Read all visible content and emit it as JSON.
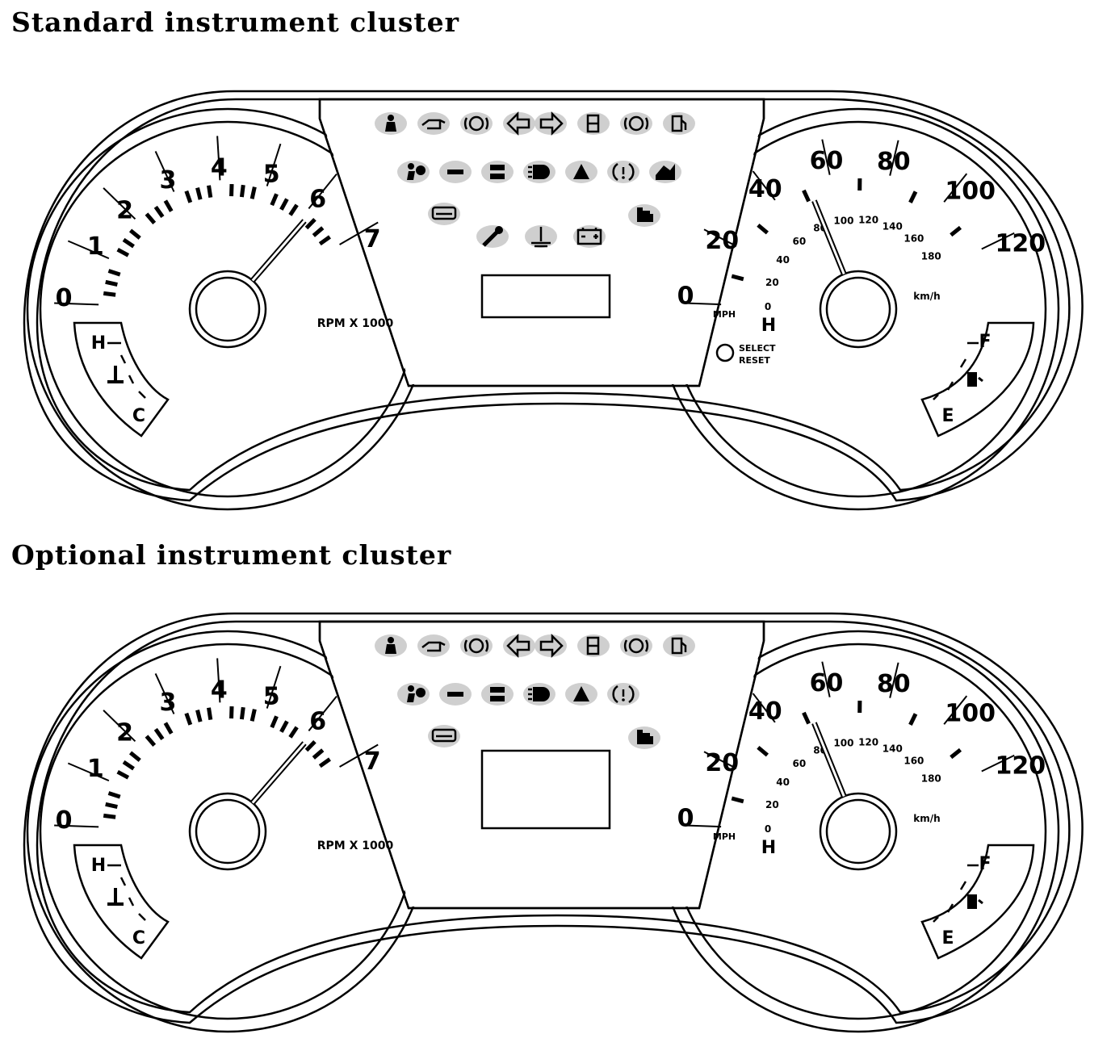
{
  "headings": {
    "standard": "Standard instrument cluster",
    "optional": "Optional instrument cluster"
  },
  "tachometer": {
    "numerals": [
      "0",
      "1",
      "2",
      "3",
      "4",
      "5",
      "6",
      "7"
    ],
    "unit_label": "RPM X 1000",
    "needle_value": 6.1
  },
  "speedometer": {
    "mph_numerals": [
      "0",
      "20",
      "40",
      "60",
      "80",
      "100",
      "120"
    ],
    "mph_label": "MPH",
    "kmh_numerals": [
      "0",
      "20",
      "40",
      "60",
      "80",
      "100",
      "120",
      "140",
      "160",
      "180"
    ],
    "kmh_label": "km/h",
    "needle_value_mph": 52
  },
  "temperature_gauge": {
    "hot_label": "H",
    "cold_label": "C"
  },
  "fuel_gauge": {
    "full_label": "F",
    "empty_label": "E"
  },
  "select_reset_label": [
    "SELECT",
    "RESET"
  ],
  "clusters": [
    {
      "id": "standard",
      "warning_rows": [
        [
          "seatbelt-icon",
          "oil-pressure-icon",
          "brake-icon",
          "turn-left-icon",
          "turn-right-icon",
          "door-ajar-icon",
          "abs-icon",
          "fuel-low-icon"
        ],
        [
          "airbag-icon",
          "overdrive-off-icon",
          "4x4-icon",
          "headlamp-icon",
          "hill-descent-icon",
          "tire-pressure-icon",
          "anti-theft-icon"
        ],
        [
          "charging-icon",
          "wrench-icon",
          "coolant-icon",
          "battery-icon",
          "check-engine-icon"
        ]
      ],
      "display_size": "small",
      "has_select_reset": true
    },
    {
      "id": "optional",
      "warning_rows": [
        [
          "seatbelt-icon",
          "oil-pressure-icon",
          "brake-icon",
          "turn-left-icon",
          "turn-right-icon",
          "door-ajar-icon",
          "abs-icon",
          "fuel-low-icon"
        ],
        [
          "airbag-icon",
          "overdrive-off-icon",
          "4x4-icon",
          "headlamp-icon",
          "hill-descent-icon",
          "tire-pressure-icon"
        ],
        [
          "tow-haul-icon",
          "check-engine-icon"
        ]
      ],
      "display_size": "large",
      "has_select_reset": false
    }
  ]
}
